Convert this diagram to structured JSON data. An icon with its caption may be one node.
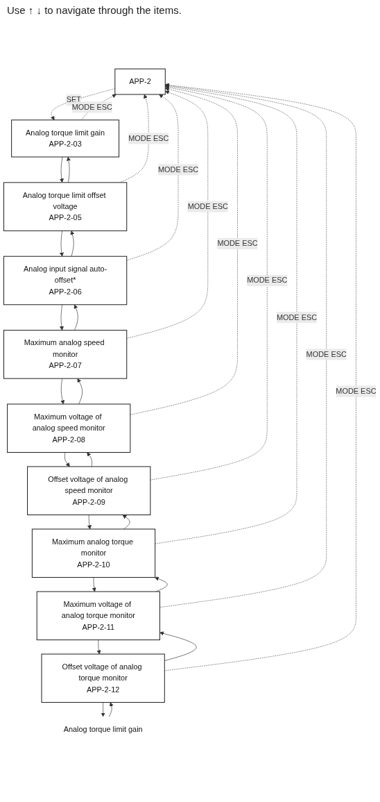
{
  "diagram": {
    "nodes": [
      {
        "text": [
          "APP-2"
        ]
      },
      {
        "text": [
          "Analog torque limit gain",
          "APP-2-03"
        ]
      },
      {
        "text": [
          "Analog torque limit offset voltage",
          "APP-2-05"
        ]
      },
      {
        "text": [
          "Analog input signal auto-offset*",
          "APP-2-06"
        ]
      },
      {
        "text": [
          "Maximum analog speed monitor",
          "APP-2-07"
        ]
      },
      {
        "text": [
          "Maximum voltage of analog speed monitor",
          "APP-2-08"
        ]
      },
      {
        "text": [
          "Offset voltage of analog speed monitor",
          "APP-2-09"
        ]
      },
      {
        "text": [
          "Maximum analog torque monitor",
          "APP-2-10"
        ]
      },
      {
        "text": [
          "Maximum voltage of analog torque monitor",
          "APP-2-11"
        ]
      },
      {
        "text": [
          "Offset voltage of analog torque monitor",
          "APP-2-12"
        ]
      },
      {
        "text": [
          "Analog torque limit gain"
        ]
      }
    ],
    "edges": [
      {
        "from": 0,
        "to": 1,
        "arrow": "to",
        "style": "dashed",
        "label": "SET"
      },
      {
        "from": 1,
        "to": 2,
        "arrow": "to"
      },
      {
        "from": 2,
        "to": 1,
        "arrow": "to"
      },
      {
        "from": 2,
        "to": 3,
        "arrow": "to"
      },
      {
        "from": 3,
        "to": 2,
        "arrow": "to"
      },
      {
        "from": 3,
        "to": 4,
        "arrow": "to"
      },
      {
        "from": 4,
        "to": 3,
        "arrow": "to"
      },
      {
        "from": 4,
        "to": 5,
        "arrow": "to"
      },
      {
        "from": 5,
        "to": 4,
        "arrow": "to"
      },
      {
        "from": 5,
        "to": 6,
        "arrow": "to"
      },
      {
        "from": 6,
        "to": 5,
        "arrow": "to"
      },
      {
        "from": 6,
        "to": 7,
        "arrow": "to"
      },
      {
        "from": 7,
        "to": 6,
        "arrow": "to"
      },
      {
        "from": 7,
        "to": 8,
        "arrow": "to"
      },
      {
        "from": 8,
        "to": 7,
        "arrow": "to"
      },
      {
        "from": 8,
        "to": 9,
        "arrow": "to"
      },
      {
        "from": 9,
        "to": 8,
        "arrow": "to"
      },
      {
        "from": 9,
        "to": 10,
        "arrow": "to"
      },
      {
        "from": 10,
        "to": 9,
        "arrow": "to"
      },
      {
        "from": 1,
        "to": 0,
        "arrow": "to",
        "style": "dashed",
        "label": "MODE ESC"
      },
      {
        "from": 2,
        "to": 0,
        "arrow": "to",
        "style": "dashed",
        "label": "MODE ESC"
      },
      {
        "from": 3,
        "to": 0,
        "arrow": "to",
        "style": "dashed",
        "label": "MODE ESC"
      },
      {
        "from": 4,
        "to": 0,
        "arrow": "to",
        "style": "dashed",
        "label": "MODE ESC"
      },
      {
        "from": 5,
        "to": 0,
        "arrow": "to",
        "style": "dashed",
        "label": "MODE ESC"
      },
      {
        "from": 6,
        "to": 0,
        "arrow": "to",
        "style": "dashed",
        "label": "MODE ESC"
      },
      {
        "from": 7,
        "to": 0,
        "arrow": "to",
        "style": "dashed",
        "label": "MODE ESC"
      },
      {
        "from": 8,
        "to": 0,
        "arrow": "to",
        "style": "dashed",
        "label": "MODE ESC"
      },
      {
        "from": 9,
        "to": 0,
        "arrow": "to",
        "style": "dashed",
        "label": "MODE ESC"
      }
    ],
    "labels": [
      "Use ↑ ↓ to navigate through the items."
    ]
  }
}
